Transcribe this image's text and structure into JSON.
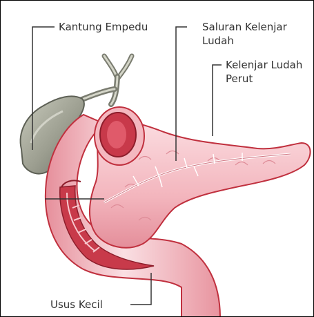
{
  "labels": {
    "gallbladder": "Kantung Empedu",
    "duct_line1": "Saluran Kelenjar",
    "duct_line2": "Ludah",
    "pancreas_line1": "Kelenjar Ludah",
    "pancreas_line2": "Perut",
    "intestine": "Usus Kecil"
  },
  "colors": {
    "organ_fill": "#f4b8c0",
    "organ_light": "#fbe3e6",
    "organ_edge": "#c0303e",
    "organ_dark": "#9a2030",
    "gallbladder_fill": "#a9aa9c",
    "gallbladder_edge": "#5d6055",
    "leader_line": "#333333"
  }
}
